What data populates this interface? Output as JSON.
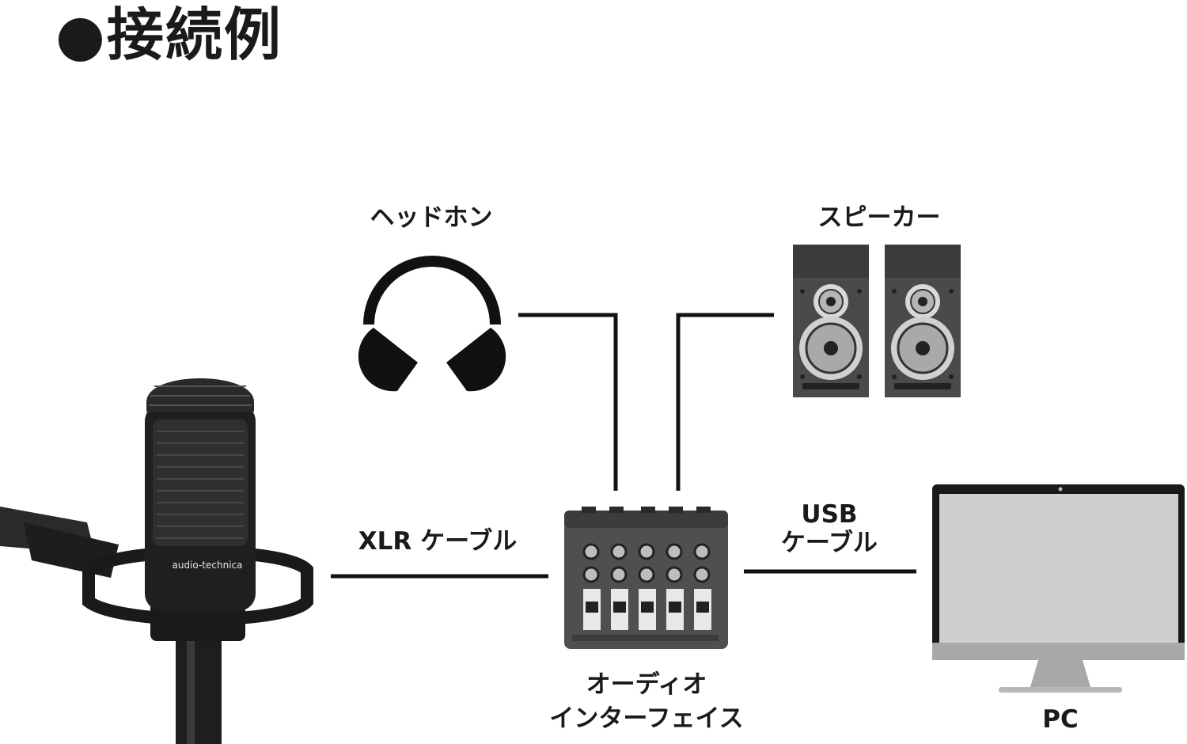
{
  "title": "●接続例",
  "labels": {
    "headphones": "ヘッドホン",
    "speakers": "スピーカー",
    "xlr_cable": "XLR ケーブル",
    "usb_cable_line1": "USB",
    "usb_cable_line2": "ケーブル",
    "interface_line1": "オーディオ",
    "interface_line2": "インターフェイス",
    "pc": "PC"
  },
  "device_text": {
    "mic_brand": "audio-technica"
  },
  "icons": {
    "headphones": "headphones-icon",
    "speakers": "speaker-icon",
    "microphone": "microphone-image",
    "interface": "audio-interface-image",
    "pc": "monitor-icon"
  },
  "colors": {
    "line": "#111111",
    "speaker_body": "#4a4a4a",
    "monitor_screen": "#cfcfcf",
    "monitor_bezel": "#a8a8a8"
  }
}
